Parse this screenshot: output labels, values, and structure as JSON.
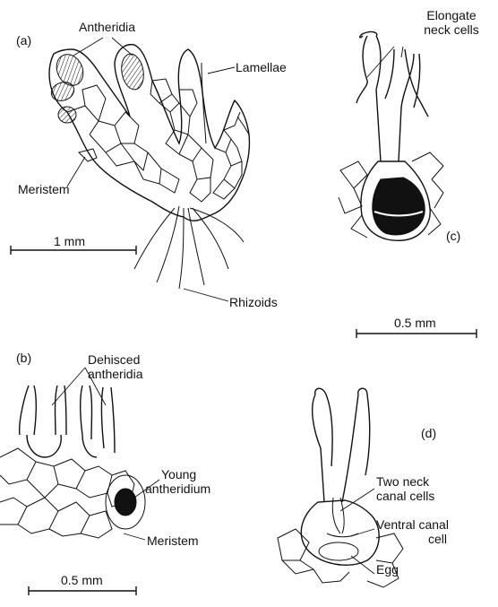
{
  "panels": {
    "a": {
      "tag": "(a)",
      "labels": {
        "antheridia": "Antheridia",
        "lamellae": "Lamellae",
        "meristem": "Meristem",
        "rhizoids": "Rhizoids"
      },
      "scale": "1 mm"
    },
    "b": {
      "tag": "(b)",
      "labels": {
        "dehisced_line1": "Dehisced",
        "dehisced_line2": "antheridia",
        "young_line1": "Young",
        "young_line2": "antheridium",
        "meristem": "Meristem"
      },
      "scale": "0.5 mm"
    },
    "c": {
      "tag": "(c)",
      "labels": {
        "elongate_line1": "Elongate",
        "elongate_line2": "neck cells"
      }
    },
    "cd_scale": "0.5 mm",
    "d": {
      "tag": "(d)",
      "labels": {
        "neck_line1": "Two neck",
        "neck_line2": "canal cells",
        "ventral_line1": "Ventral  canal",
        "ventral_line2": "cell",
        "egg": "Egg"
      }
    }
  }
}
